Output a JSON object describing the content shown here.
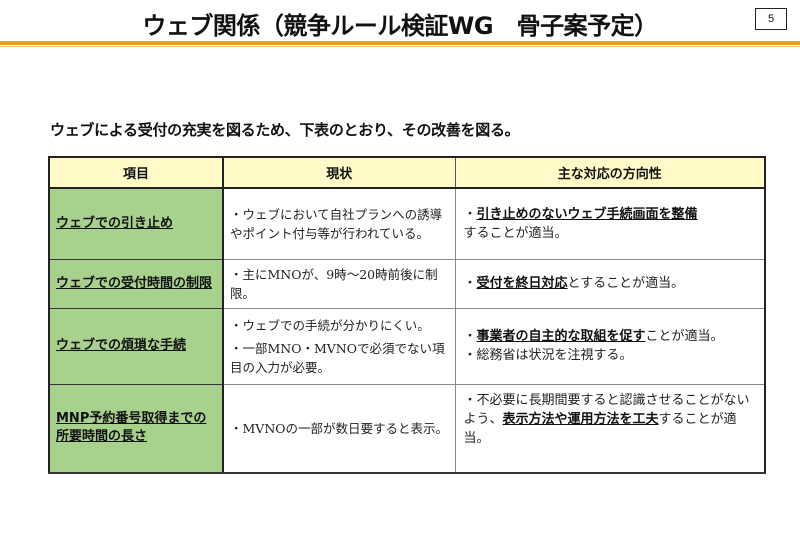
{
  "header": {
    "title": "ウェブ関係（競争ルール検証WG　骨子案予定）",
    "page_number": "5",
    "rule_color": "#f7962f"
  },
  "lead": "ウェブによる受付の充実を図るため、下表のとおり、その改善を図る。",
  "table": {
    "columns": [
      "項目",
      "現状",
      "主な対応の方向性"
    ],
    "colors": {
      "header_bg": "#fffac8",
      "item_bg": "#a9d18e"
    },
    "rows": [
      {
        "item": "ウェブでの引き止め",
        "current": [
          "・ウェブにおいて自社プランへの誘導やポイント付与等が行われている。"
        ],
        "direction": [
          {
            "bold": "引き止めのないウェブ手続画面を整備",
            "rest": "することが適当。"
          }
        ]
      },
      {
        "item": "ウェブでの受付時間の制限",
        "current": [
          "・主にMNOが、9時～20時前後に制限。"
        ],
        "direction": [
          {
            "bold": "受付を終日対応",
            "rest": "とすることが適当。"
          }
        ]
      },
      {
        "item": "ウェブでの煩瑣な手続",
        "current": [
          "・ウェブでの手続が分かりにくい。",
          "・一部MNO・MVNOで必須でない項目の入力が必要。"
        ],
        "direction": [
          {
            "bold": "事業者の自主的な取組を促す",
            "rest": "ことが適当。"
          },
          {
            "bold": "",
            "rest": "総務省は状況を注視する。"
          }
        ]
      },
      {
        "item": "MNP予約番号取得までの所要時間の長さ",
        "current": [
          "・MVNOの一部が数日要すると表示。"
        ],
        "direction": [
          {
            "pre": "不必要に長期間要すると認識させることがないよう、",
            "bold": "表示方法や運用方法を工夫",
            "rest": "することが適当。"
          }
        ]
      }
    ]
  }
}
